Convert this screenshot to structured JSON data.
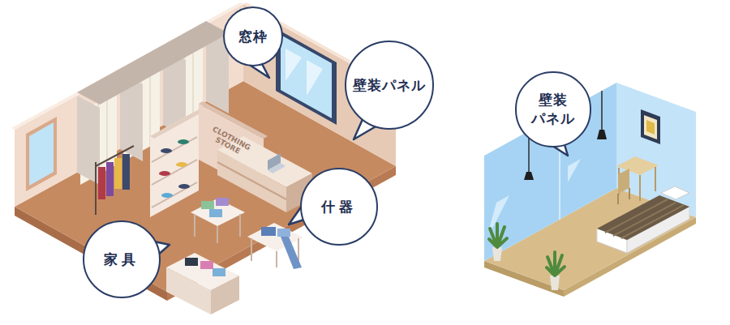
{
  "diagram": {
    "nodes": [
      {
        "text": [
          "窓枠"
        ]
      },
      {
        "text": [
          "壁装パネル"
        ]
      },
      {
        "text": [
          "壁装 パネル"
        ]
      },
      {
        "text": [
          "什器"
        ]
      },
      {
        "text": [
          "家具"
        ]
      }
    ],
    "labels": [
      "CLOTHING STORE"
    ]
  }
}
